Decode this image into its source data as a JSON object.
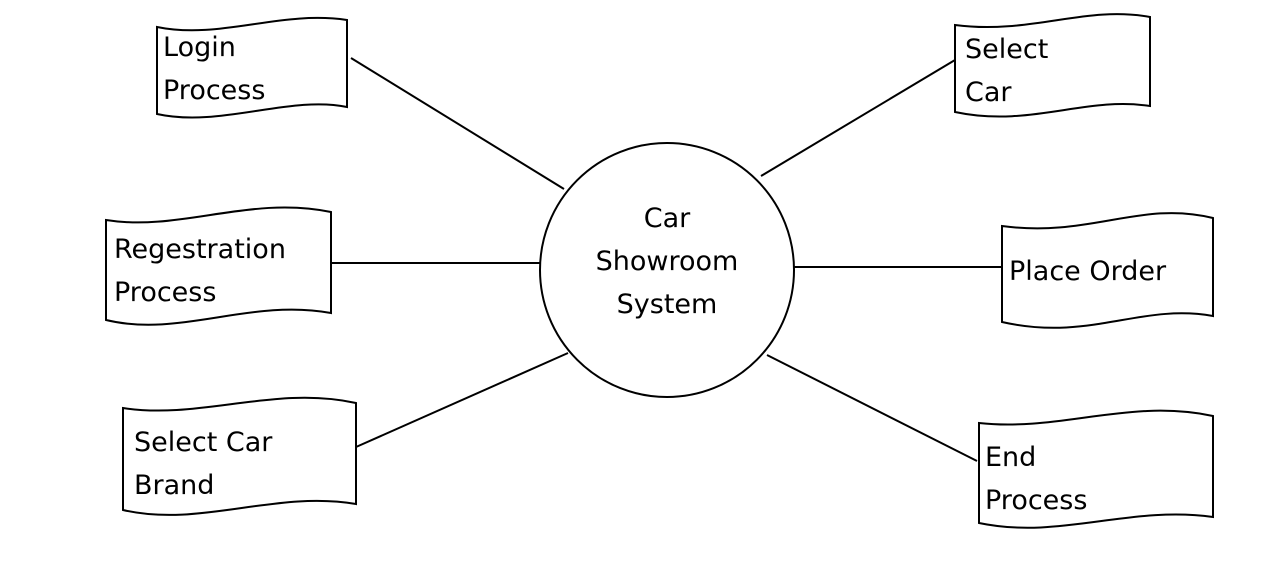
{
  "hub": {
    "lines": [
      "Car",
      "Showroom",
      "System"
    ]
  },
  "documents": [
    {
      "id": "login",
      "lines": [
        "Login",
        "Process"
      ]
    },
    {
      "id": "registration",
      "lines": [
        "Regestration",
        "Process"
      ]
    },
    {
      "id": "select-car-brand",
      "lines": [
        "Select Car",
        "Brand"
      ]
    },
    {
      "id": "select-car",
      "lines": [
        "Select",
        "Car"
      ]
    },
    {
      "id": "place-order",
      "lines": [
        "Place Order"
      ]
    },
    {
      "id": "end",
      "lines": [
        "End",
        "Process"
      ]
    }
  ]
}
